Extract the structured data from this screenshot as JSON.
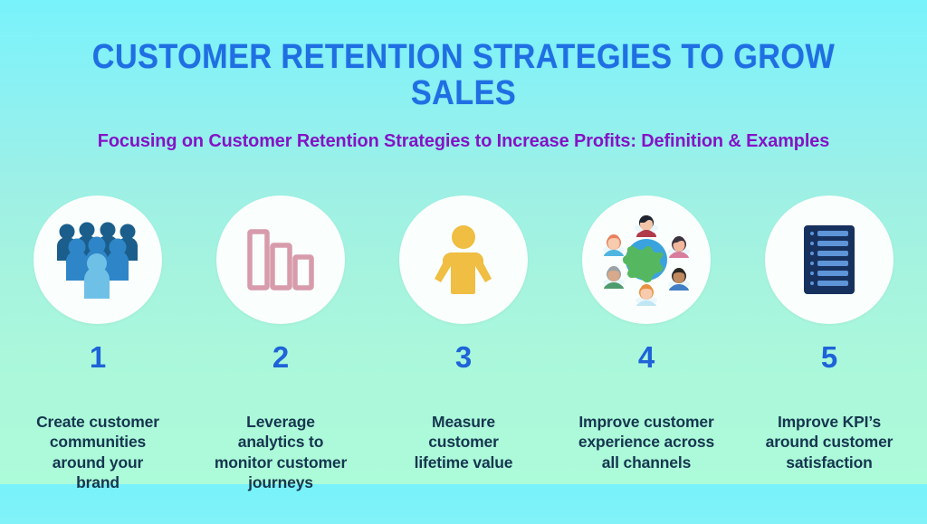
{
  "header": {
    "title": "CUSTOMER RETENTION STRATEGIES TO GROW SALES",
    "subtitle": "Focusing on Customer Retention Strategies to Increase Profits: Definition & Examples",
    "title_color": "#1F6FE3",
    "subtitle_color": "#8413C6"
  },
  "background": {
    "gradient_top": "#78F2FB",
    "gradient_bottom": "#ACFBD9"
  },
  "steps": [
    {
      "number": "1",
      "icon": "people-group-icon",
      "caption": "Create customer\ncommunities\naround your\nbrand",
      "icon_colors": [
        "#1B5E8C",
        "#2E86C8",
        "#7FC7E8"
      ]
    },
    {
      "number": "2",
      "icon": "bar-chart-icon",
      "caption": "Leverage\nanalytics to\nmonitor customer\njourneys",
      "icon_colors": [
        "#D79BAC"
      ]
    },
    {
      "number": "3",
      "icon": "single-person-icon",
      "caption": "Measure\ncustomer\nlifetime value",
      "icon_colors": [
        "#EFBE42"
      ]
    },
    {
      "number": "4",
      "icon": "global-audience-icon",
      "caption": "Improve customer\nexperience across\nall channels",
      "icon_colors": [
        "#3AA3DE",
        "#5CB85C"
      ]
    },
    {
      "number": "5",
      "icon": "checklist-document-icon",
      "caption": "Improve KPI’s\naround customer\nsatisfaction",
      "icon_colors": [
        "#17315F",
        "#5E94D8"
      ]
    }
  ],
  "number_color": "#1E63D8",
  "caption_color": "#16364F"
}
